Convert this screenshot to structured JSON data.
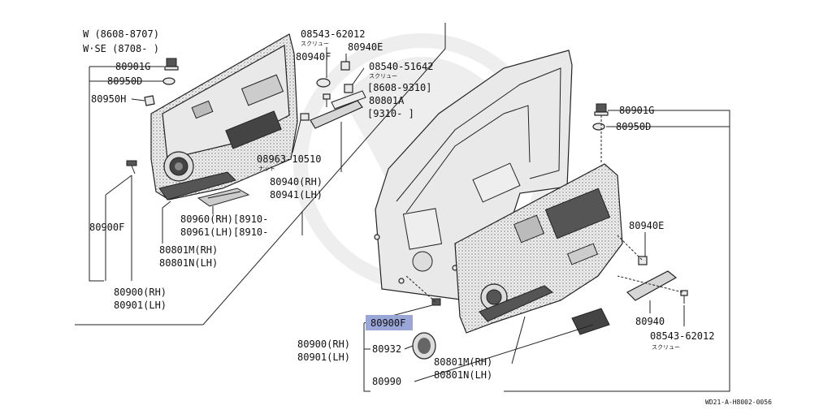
{
  "left_variant": {
    "line1": "W (8608-8707)",
    "line2": "W·SE (8708-       )"
  },
  "labels": {
    "l_80901G": "80901G",
    "l_80950D": "80950D",
    "l_80950H": "80950H",
    "l_80900F": "80900F",
    "l_80900RH": "80900(RH)",
    "l_80901LH": "80901(LH)",
    "l_80801M": "80801M(RH)",
    "l_80801N": "80801N(LH)",
    "l_80960": "80960(RH)[8910-",
    "l_80961": "80961(LH)[8910-",
    "l_08963": "08963-10510",
    "l_08963_sub": "ナット",
    "l_80940RH": "80940(RH)",
    "l_80941LH": "80941(LH)",
    "l_08543": "08543-62012",
    "l_08543_sub": "スクリュー",
    "l_80940F": "80940F",
    "l_80940E": "80940E",
    "l_08540": "08540-51642",
    "l_08540_sub": "スクリュー",
    "l_08540_range": "[8608-9310]",
    "l_80801A": "80801A",
    "l_80801A_range": "[9310-        ]",
    "r_80901G": "80901G",
    "r_80950D": "80950D",
    "r_80940E": "80940E",
    "r_80940": "80940",
    "r_08543": "08543-62012",
    "r_08543_sub": "スクリュー",
    "r_80900F": "80900F",
    "r_80900RH": "80900(RH)",
    "r_80901LH": "80901(LH)",
    "r_80932": "80932",
    "r_80801M": "80801M(RH)",
    "r_80801N": "80801N(LH)",
    "r_80990": "80990"
  },
  "highlight_color": "#9aa6d8",
  "diagram_code": "WD21-A-H8002-0056"
}
